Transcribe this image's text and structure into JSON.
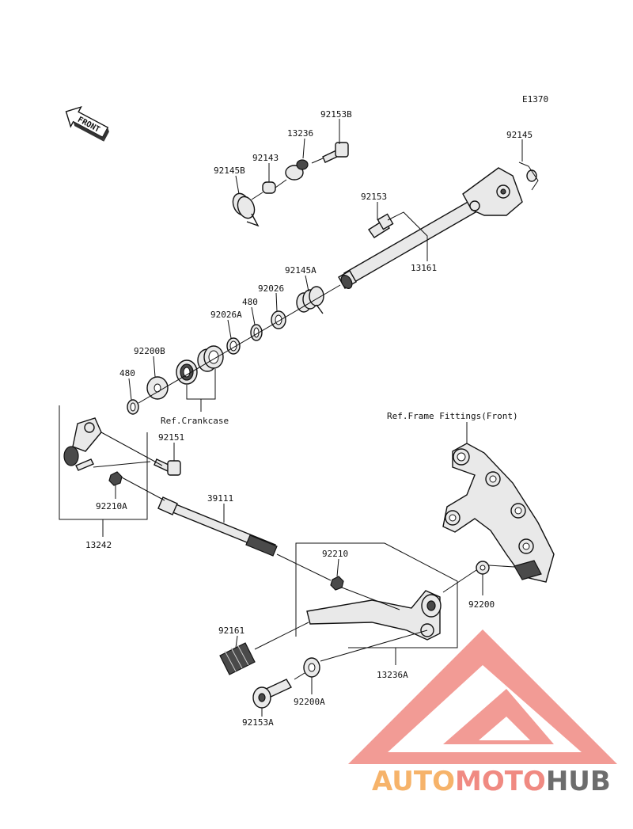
{
  "diagram_code": "E1370",
  "front_arrow": {
    "label": "FRONT"
  },
  "callouts": {
    "p92153B": "92153B",
    "p13236": "13236",
    "p92143": "92143",
    "p92145B": "92145B",
    "p92145": "92145",
    "p92153": "92153",
    "p13161": "13161",
    "p92145A": "92145A",
    "p92026": "92026",
    "p480_upper": "480",
    "p92026A": "92026A",
    "p92200B": "92200B",
    "p480_lower": "480",
    "ref_crankcase": "Ref.Crankcase",
    "p92151": "92151",
    "p92210A": "92210A",
    "p13242": "13242",
    "p39111": "39111",
    "ref_frame": "Ref.Frame Fittings(Front)",
    "p92210": "92210",
    "p92200": "92200",
    "p92161": "92161",
    "p13236A": "13236A",
    "p92200A": "92200A",
    "p92153A": "92153A"
  },
  "watermark": {
    "part1": "AUTO",
    "part2": "MOTO",
    "part3": "HUB",
    "color_logo": "#f08a82",
    "color_auto": "#f6b36a",
    "color_moto": "#f08a82",
    "color_hub": "#6d6d6d"
  }
}
